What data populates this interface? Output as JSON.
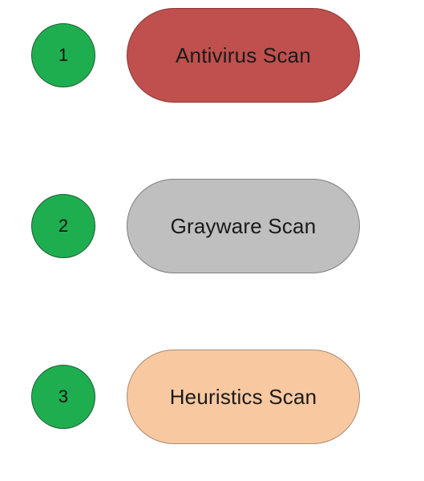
{
  "steps": [
    {
      "number": "1",
      "label": "Antivirus Scan",
      "fill": "#c0504d",
      "border": "#8c3836"
    },
    {
      "number": "2",
      "label": "Grayware Scan",
      "fill": "#bfbfbf",
      "border": "#7f7f7f"
    },
    {
      "number": "3",
      "label": "Heuristics Scan",
      "fill": "#f8c9a1",
      "border": "#a98a70"
    }
  ],
  "colors": {
    "step_circle": "#1fae4f",
    "step_circle_border": "#1d5c33"
  }
}
